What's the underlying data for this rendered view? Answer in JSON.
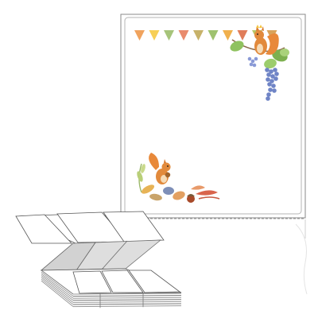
{
  "product": {
    "label_sheet": {
      "theme": "autumn-squirrel",
      "decorations": [
        "bunting-flags",
        "squirrel-top-right",
        "grape-vine",
        "squirrel-bottom-left",
        "autumn-leaves"
      ],
      "perforation": "dashed-line",
      "flag_colors": [
        "#f0a35e",
        "#f7cf57",
        "#a6c47a",
        "#e98b6d",
        "#c7b26a",
        "#9fc26f",
        "#f0b04d",
        "#e07d5a",
        "#b7c766",
        "#d9a35a"
      ]
    },
    "fanfold_stack": {
      "material": "continuous-fanfold-labels",
      "label_columns": 3,
      "visible_layers": 7
    }
  }
}
